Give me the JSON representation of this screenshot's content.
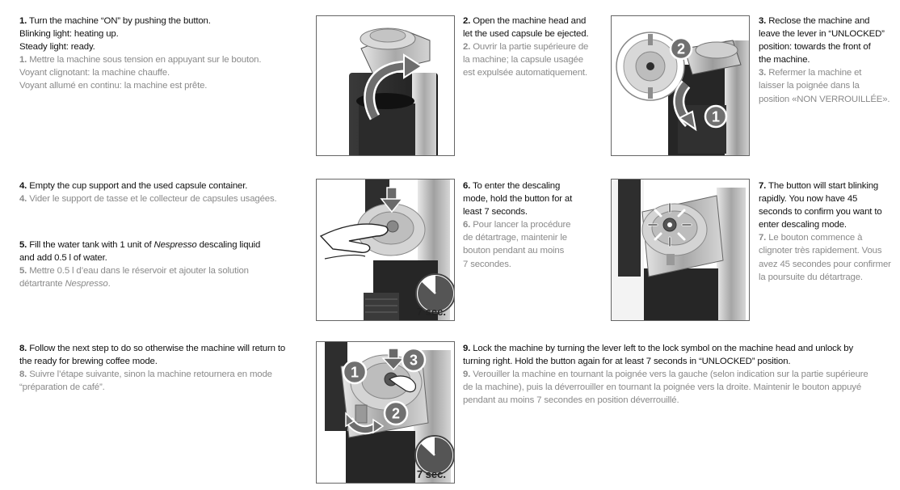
{
  "steps": {
    "s1": {
      "en_num": "1.",
      "en_lines": [
        "Turn the machine “ON” by pushing the button.",
        "Blinking light: heating up.",
        "Steady light: ready."
      ],
      "fr_num": "1.",
      "fr_lines": [
        "Mettre la machine sous tension en appuyant sur le bouton.",
        "Voyant clignotant: la machine chauffe.",
        "Voyant allumé en continu: la machine est prête."
      ]
    },
    "s2": {
      "en_num": "2.",
      "en_lines": [
        "Open the machine head and",
        "let the used capsule be ejected."
      ],
      "fr_num": "2.",
      "fr_lines": [
        "Ouvrir la partie supérieure de",
        "la machine; la capsule usagée",
        "est expulsée automatiquement."
      ]
    },
    "s3": {
      "en_num": "3.",
      "en_lines": [
        "Reclose the machine and",
        "leave the lever in “UNLOCKED”",
        "position: towards the front of",
        "the machine."
      ],
      "fr_num": "3.",
      "fr_lines": [
        "Refermer la machine et",
        "laisser la poignée dans la",
        "position «NON VERROUILLÉE»."
      ]
    },
    "s4": {
      "en_num": "4.",
      "en_lines": [
        "Empty the cup support and the used capsule container."
      ],
      "fr_num": "4.",
      "fr_lines": [
        "Vider le support de tasse et le collecteur de capsules usagées."
      ]
    },
    "s5": {
      "en_num": "5.",
      "en_line1_pre": "Fill the water tank with 1 unit of ",
      "en_line1_brand": "Nespresso",
      "en_line1_post": " descaling liquid",
      "en_line2": "and add 0.5 l of water.",
      "fr_num": "5.",
      "fr_line1": "Mettre 0.5 l d’eau dans le réservoir et ajouter la solution",
      "fr_line2_pre": "détartrante ",
      "fr_line2_brand": "Nespresso",
      "fr_line2_post": "."
    },
    "s6": {
      "en_num": "6.",
      "en_lines": [
        "To enter the descaling",
        "mode, hold the button for at",
        "least 7 seconds."
      ],
      "fr_num": "6.",
      "fr_lines": [
        "Pour lancer la procédure",
        "de détartrage, maintenir le",
        "bouton pendant au moins",
        "7 secondes."
      ]
    },
    "s7": {
      "en_num": "7.",
      "en_lines": [
        "The button will start blinking",
        "rapidly. You now have 45",
        "seconds to confirm you want to",
        "enter descaling mode."
      ],
      "fr_num": "7.",
      "fr_lines": [
        "Le bouton commence à",
        "clignoter très rapidement. Vous",
        "avez 45 secondes pour confirmer",
        "la poursuite du détartrage."
      ]
    },
    "s8": {
      "en_num": "8.",
      "en_lines": [
        "Follow the next step to do so otherwise the machine will return to",
        "the ready for brewing coffee mode."
      ],
      "fr_num": "8.",
      "fr_lines": [
        "Suivre l’étape suivante, sinon la machine retournera en mode",
        "“préparation de café”."
      ]
    },
    "s9": {
      "en_num": "9.",
      "en_lines": [
        "Lock the machine by turning the lever left to the lock symbol on the machine head and unlock by",
        "turning right. Hold the button again for at least 7 seconds in “UNLOCKED” position."
      ],
      "fr_num": "9.",
      "fr_lines": [
        "Verouiller la machine en tournant la poignée vers la gauche (selon indication sur la partie supérieure",
        "de la machine), puis la déverrouiller en tournant la poignée vers la droite. Maintenir le bouton appuyé",
        "pendant au moins 7 secondes en position déverrouillé."
      ]
    }
  },
  "figures": {
    "fig3_badges": [
      "2",
      "1"
    ],
    "fig6_timer": "7 sec.",
    "fig9_badges": [
      "1",
      "3",
      "2"
    ],
    "fig9_timer": "7 sec."
  },
  "colors": {
    "english_text": "#111111",
    "french_text": "#8a8a8a",
    "badge_fill": "#707070",
    "frame_border": "#666666"
  }
}
